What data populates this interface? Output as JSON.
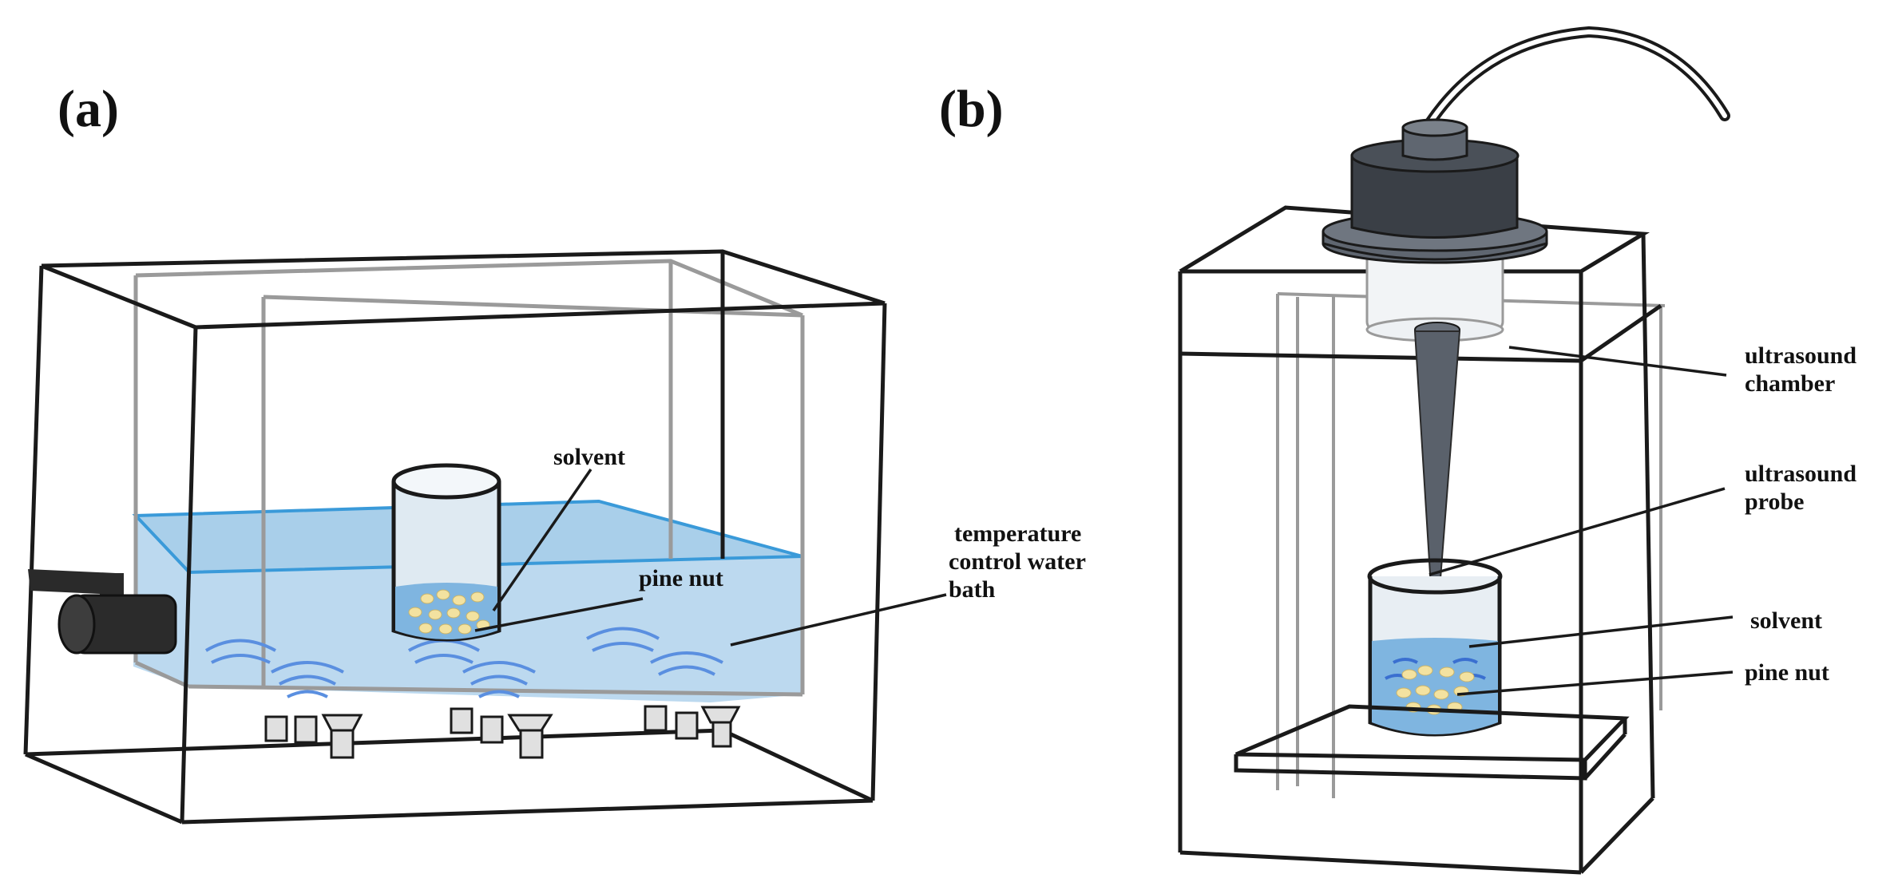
{
  "panels": [
    {
      "id": "a",
      "label": "(a)"
    },
    {
      "id": "b",
      "label": "(b)"
    }
  ],
  "panel_a": {
    "labels": {
      "solvent": "solvent",
      "pine_nut": "pine nut",
      "bath_line1": "temperature",
      "bath_line2": "control water",
      "bath_line3": "bath"
    }
  },
  "panel_b": {
    "labels": {
      "chamber_line1": "ultrasound",
      "chamber_line2": "chamber",
      "probe_line1": "ultrasound",
      "probe_line2": "probe",
      "solvent": "solvent",
      "pine_nut": "pine nut"
    }
  },
  "colors": {
    "outline": "#1a1a1a",
    "inner_frame": "#9a9a9a",
    "water": "#bcd9ef",
    "water_edge": "#3a9ad9",
    "wave": "#5a8fe0",
    "nut": "#f3e2a0",
    "probe_dark": "#3a3f46",
    "probe_mid": "#5f6670"
  }
}
